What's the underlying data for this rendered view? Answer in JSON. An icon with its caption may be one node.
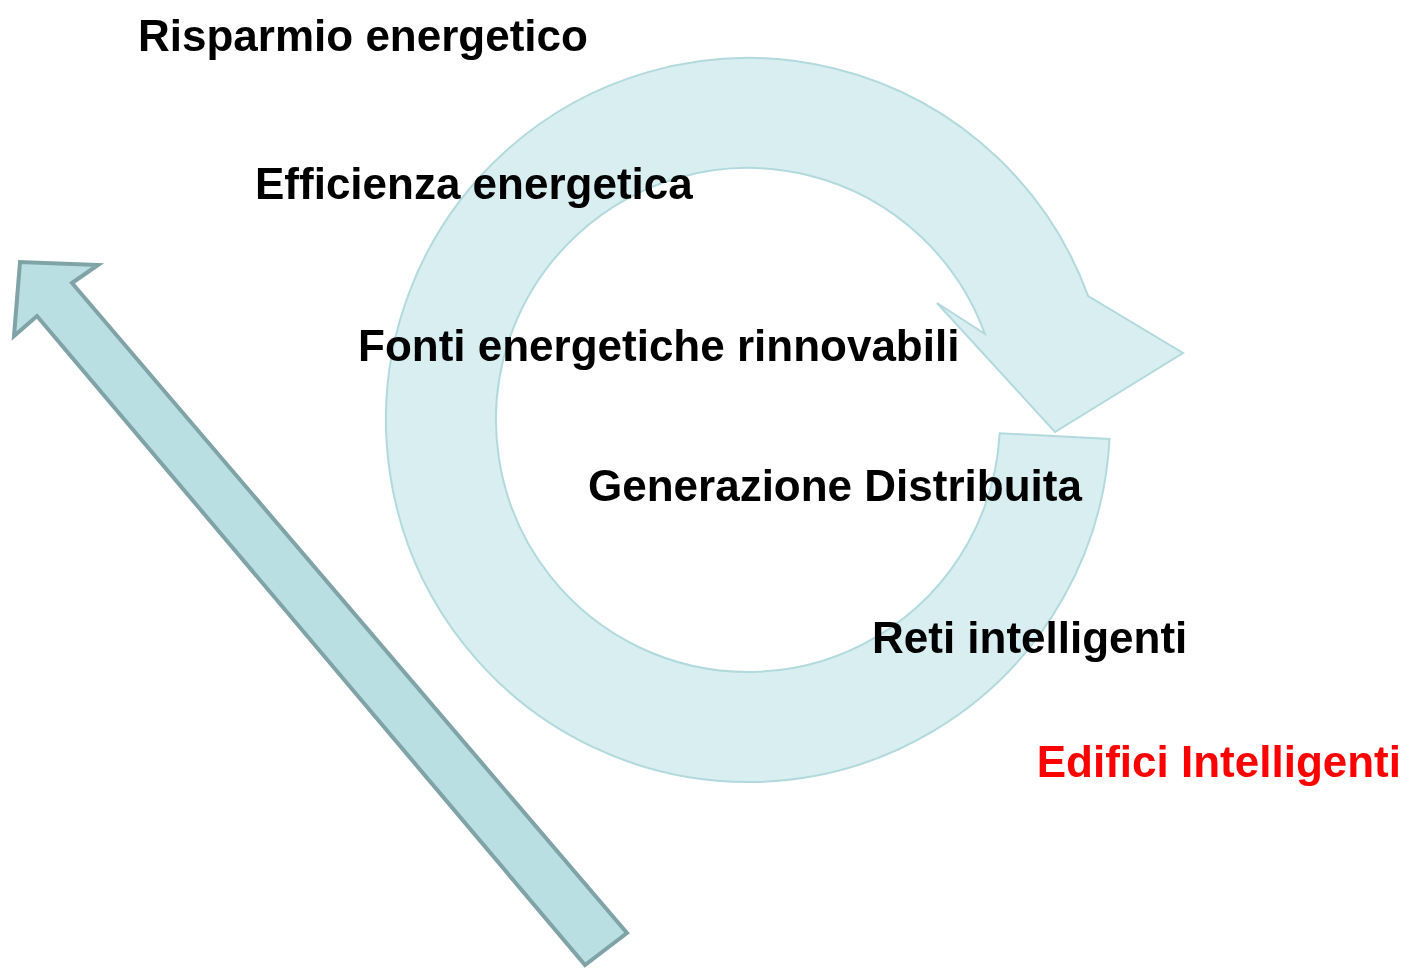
{
  "diagram": {
    "labels": [
      "Risparmio energetico",
      "Efficienza energetica",
      "Fonti energetiche rinnovabili",
      "Generazione Distribuita",
      "Reti intelligenti",
      "Edifici Intelligenti"
    ]
  }
}
